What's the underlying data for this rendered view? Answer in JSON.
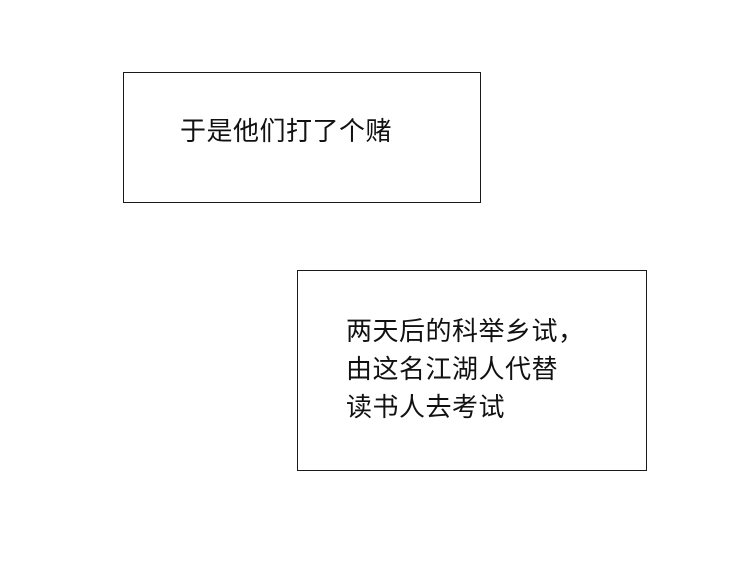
{
  "captions": [
    {
      "lines": [
        "于是他们打了个赌"
      ]
    },
    {
      "lines": [
        "两天后的科举乡试，",
        "由这名江湖人代替",
        "读书人去考试"
      ]
    }
  ]
}
